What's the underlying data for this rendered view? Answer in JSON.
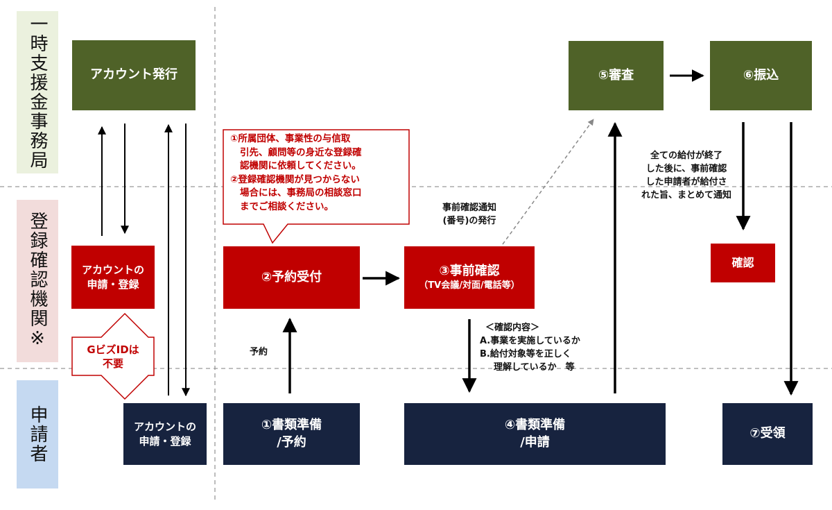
{
  "lanes": {
    "office": "一時支援金事務局",
    "registrar": "登録確認機関※",
    "applicant": "申請者"
  },
  "office": {
    "account_issue": "アカウント発行",
    "review": "⑤審査",
    "transfer": "⑥振込"
  },
  "registrar": {
    "account_apply_1": "アカウントの",
    "account_apply_2": "申請・登録",
    "reservation": "②予約受付",
    "pre_check_1": "③事前確認",
    "pre_check_2": "（TV会議/対面/電話等）",
    "confirm": "確認"
  },
  "applicant": {
    "account_apply_1": "アカウントの",
    "account_apply_2": "申請・登録",
    "docs_reserve_1": "①書類準備",
    "docs_reserve_2": "/予約",
    "docs_apply_1": "④書類準備",
    "docs_apply_2": "/申請",
    "receipt": "⑦受領"
  },
  "callout": {
    "line1": "①所属団体、事業性の与信取",
    "line2": "引先、顧問等の身近な登録確",
    "line3": "認機関に依頼してください。",
    "line4": "②登録確認機関が見つからない",
    "line5": "場合には、事務局の相談窓口",
    "line6": "までご相談ください。"
  },
  "gbiz": {
    "line1": "GビズIDは",
    "line2": "不要"
  },
  "annotations": {
    "notice_1": "事前確認通知",
    "notice_2": "(番号)の発行",
    "completion_1": "全ての給付が終了",
    "completion_2": "した後に、事前確認",
    "completion_3": "した申請者が給付さ",
    "completion_4": "れた旨、まとめて通知",
    "reserve": "予約",
    "content_1": "＜確認内容＞",
    "content_2": "A.事業を実施しているか",
    "content_3": "B.給付対象等を正しく",
    "content_4": "理解しているか　等"
  },
  "colors": {
    "office_green": "#4f6228",
    "registrar_red": "#c00000",
    "applicant_navy": "#17233f",
    "lane_office_bg": "#ebf1de",
    "lane_registrar_bg": "#f2dcdb",
    "lane_applicant_bg": "#c5d9f1"
  }
}
